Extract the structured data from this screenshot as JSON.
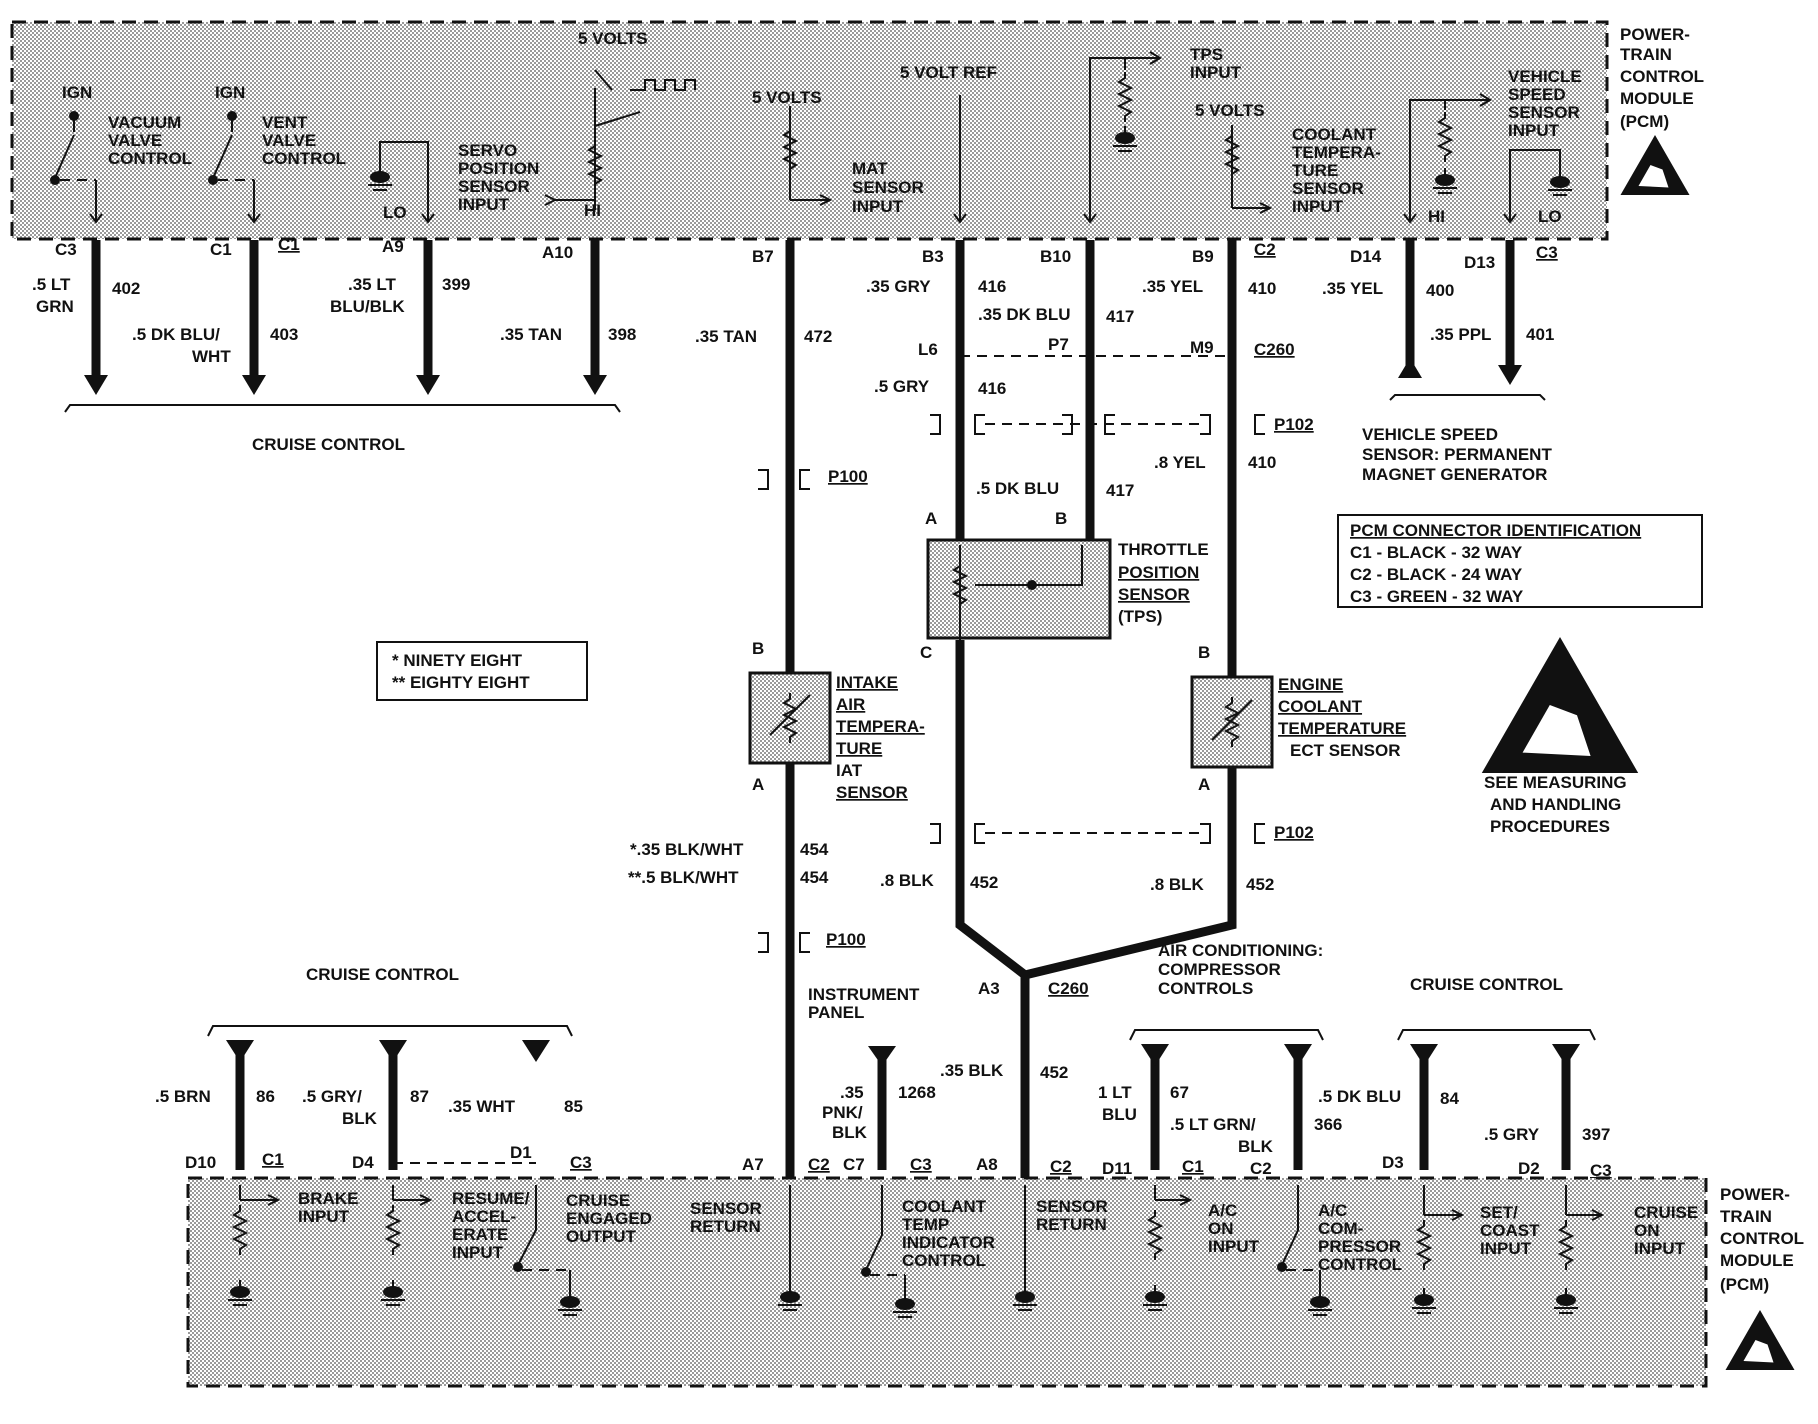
{
  "pcm_label": [
    "POWER-",
    "TRAIN",
    "CONTROL",
    "MODULE",
    "(PCM)"
  ],
  "top": {
    "ign1": "IGN",
    "ign2": "IGN",
    "vacuum": [
      "VACUUM",
      "VALVE",
      "CONTROL"
    ],
    "vent": [
      "VENT",
      "VALVE",
      "CONTROL"
    ],
    "lo": "LO",
    "hi": "HI",
    "servo": [
      "SERVO",
      "POSITION",
      "SENSOR",
      "INPUT"
    ],
    "five_volts_a": "5 VOLTS",
    "five_volts_b": "5 VOLTS",
    "five_volts_c": "5 VOLTS",
    "five_volt_ref": "5 VOLT REF",
    "mat": [
      "MAT",
      "SENSOR",
      "INPUT"
    ],
    "tps_input": [
      "TPS",
      "INPUT"
    ],
    "coolant": [
      "COOLANT",
      "TEMPERA-",
      "TURE",
      "SENSOR",
      "INPUT"
    ],
    "vss": [
      "VEHICLE",
      "SPEED",
      "SENSOR",
      "INPUT"
    ],
    "hi2": "HI",
    "lo2": "LO"
  },
  "top_pins": {
    "c3a": "C3",
    "c1a": "C1",
    "c1b": "C1",
    "a9": "A9",
    "a10": "A10",
    "b7": "B7",
    "b3": "B3",
    "b10": "B10",
    "b9": "B9",
    "c2a": "C2",
    "d14": "D14",
    "d13": "D13",
    "c3b": "C3"
  },
  "top_wires": {
    "w402_color": [
      ".5 LT",
      "GRN"
    ],
    "w402": "402",
    "w403_color": [
      ".5 DK BLU/",
      "WHT"
    ],
    "w403": "403",
    "w399_color": [
      ".35 LT",
      "BLU/BLK"
    ],
    "w399": "399",
    "w398_color": ".35 TAN",
    "w398": "398",
    "w472_color": ".35 TAN",
    "w472": "472",
    "w416_color": ".35 GRY",
    "w416": "416",
    "w417_color": ".35 DK BLU",
    "w417": "417",
    "w410_color": ".35 YEL",
    "w410": "410",
    "w400_color": ".35 YEL",
    "w400": "400",
    "w401_color": ".35 PPL",
    "w401": "401"
  },
  "cruise_top": "CRUISE CONTROL",
  "mid": {
    "l6": "L6",
    "p7": "P7",
    "m9": "M9",
    "c260a": "C260",
    "w416b_color": ".5 GRY",
    "w416b": "416",
    "w417b_color": ".5 DK BLU",
    "w417b": "417",
    "w410b_color": ".8 YEL",
    "w410b": "410",
    "p102a": "P102",
    "p100a": "P100",
    "p102b": "P102",
    "p100b": "P100",
    "pin_a": "A",
    "pin_b": "B",
    "pin_c": "C",
    "pin_b2": "B",
    "pin_a2": "A",
    "pin_b3": "B",
    "pin_a3": "A",
    "tps": [
      "THROTTLE",
      "POSITION",
      "SENSOR",
      "(TPS)"
    ],
    "iat": [
      "INTAKE",
      "AIR",
      "TEMPERA-",
      "TURE",
      "IAT",
      "SENSOR"
    ],
    "ect": [
      "ENGINE",
      "COOLANT",
      "TEMPERATURE",
      "ECT SENSOR"
    ],
    "w454a_color": "*.35 BLK/WHT",
    "w454a": "454",
    "w454b_color": "**.5 BLK/WHT",
    "w454b": "454",
    "w452a_color": ".8 BLK",
    "w452a": "452",
    "w452b_color": ".8 BLK",
    "w452b": "452",
    "a3": "A3",
    "c260b": "C260",
    "w452c_color": ".35 BLK",
    "w452c": "452",
    "inst_panel": [
      "INSTRUMENT",
      "PANEL"
    ],
    "vss_gen": [
      "VEHICLE SPEED",
      "SENSOR: PERMANENT",
      "MAGNET GENERATOR"
    ],
    "ac_comp": [
      "AIR CONDITIONING:",
      "COMPRESSOR",
      "CONTROLS"
    ]
  },
  "legend": [
    "*  NINETY EIGHT",
    "** EIGHTY EIGHT"
  ],
  "pcm_id": {
    "title": "PCM CONNECTOR IDENTIFICATION",
    "rows": [
      "C1 - BLACK - 32 WAY",
      "C2 - BLACK - 24 WAY",
      "C3 - GREEN - 32 WAY"
    ]
  },
  "esd": [
    "SEE MEASURING",
    "AND HANDLING",
    "PROCEDURES"
  ],
  "cruise_bl": "CRUISE CONTROL",
  "cruise_br": "CRUISE CONTROL",
  "bot_wires": {
    "w86_color": ".5 BRN",
    "w86": "86",
    "w87_color": [
      ".5 GRY/",
      "BLK"
    ],
    "w87": "87",
    "w85_color": ".35 WHT",
    "w85": "85",
    "w1268_color": [
      ".35",
      "PNK/",
      "BLK"
    ],
    "w1268": "1268",
    "w67_color": [
      "1 LT",
      "BLU"
    ],
    "w67": "67",
    "w366_color": [
      ".5 LT GRN/",
      "BLK"
    ],
    "w366": "366",
    "w84_color": ".5 DK BLU",
    "w84": "84",
    "w397_color": ".5 GRY",
    "w397": "397"
  },
  "bot_pins": {
    "d10": "D10",
    "c1a": "C1",
    "d4": "D4",
    "d1": "D1",
    "c3a": "C3",
    "a7": "A7",
    "c2a": "C2",
    "c7": "C7",
    "c3b": "C3",
    "a8": "A8",
    "c2b": "C2",
    "d11": "D11",
    "c1b": "C1",
    "c2c": "C2",
    "d3": "D3",
    "d2": "D2",
    "c3c": "C3"
  },
  "bottom": {
    "brake": [
      "BRAKE",
      "INPUT"
    ],
    "resume": [
      "RESUME/",
      "ACCEL-",
      "ERATE",
      "INPUT"
    ],
    "cruise_eng": [
      "CRUISE",
      "ENGAGED",
      "OUTPUT"
    ],
    "sensor_ret1": [
      "SENSOR",
      "RETURN"
    ],
    "coolant_ind": [
      "COOLANT",
      "TEMP",
      "INDICATOR",
      "CONTROL"
    ],
    "sensor_ret2": [
      "SENSOR",
      "RETURN"
    ],
    "ac_on": [
      "A/C",
      "ON",
      "INPUT"
    ],
    "ac_comp": [
      "A/C",
      "COM-",
      "PRESSOR",
      "CONTROL"
    ],
    "set_coast": [
      "SET/",
      "COAST",
      "INPUT"
    ],
    "cruise_on": [
      "CRUISE",
      "ON",
      "INPUT"
    ]
  }
}
